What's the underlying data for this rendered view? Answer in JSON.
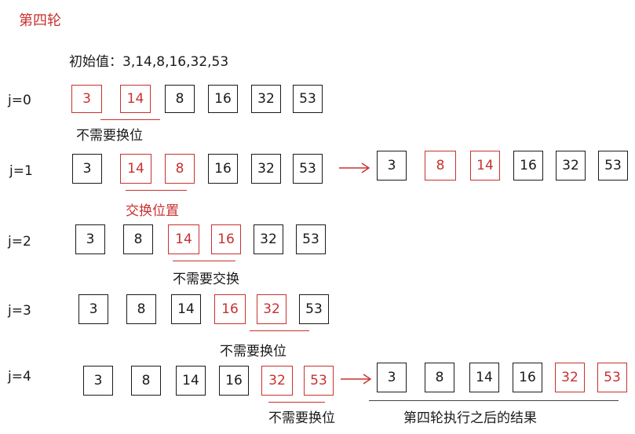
{
  "title": "第四轮",
  "initial": "初始值：3,14,8,16,32,53",
  "colors": {
    "accent": "#c8312f",
    "border": "#1a1a1a"
  },
  "rows": [
    {
      "label": "j=0",
      "cells": [
        {
          "v": "3",
          "red": true
        },
        {
          "v": "14",
          "red": true
        },
        {
          "v": "8",
          "red": false
        },
        {
          "v": "16",
          "red": false
        },
        {
          "v": "32",
          "red": false
        },
        {
          "v": "53",
          "red": false
        }
      ],
      "note": "不需要换位",
      "note_red": false
    },
    {
      "label": "j=1",
      "cells": [
        {
          "v": "3",
          "red": false
        },
        {
          "v": "14",
          "red": true
        },
        {
          "v": "8",
          "red": true
        },
        {
          "v": "16",
          "red": false
        },
        {
          "v": "32",
          "red": false
        },
        {
          "v": "53",
          "red": false
        }
      ],
      "note": "交换位置",
      "note_red": true,
      "result": [
        {
          "v": "3",
          "red": false
        },
        {
          "v": "8",
          "red": true
        },
        {
          "v": "14",
          "red": true
        },
        {
          "v": "16",
          "red": false
        },
        {
          "v": "32",
          "red": false
        },
        {
          "v": "53",
          "red": false
        }
      ]
    },
    {
      "label": "j=2",
      "cells": [
        {
          "v": "3",
          "red": false
        },
        {
          "v": "8",
          "red": false
        },
        {
          "v": "14",
          "red": true
        },
        {
          "v": "16",
          "red": true
        },
        {
          "v": "32",
          "red": false
        },
        {
          "v": "53",
          "red": false
        }
      ],
      "note": "不需要交换",
      "note_red": false
    },
    {
      "label": "j=3",
      "cells": [
        {
          "v": "3",
          "red": false
        },
        {
          "v": "8",
          "red": false
        },
        {
          "v": "14",
          "red": false
        },
        {
          "v": "16",
          "red": true
        },
        {
          "v": "32",
          "red": true
        },
        {
          "v": "53",
          "red": false
        }
      ],
      "note": "不需要换位",
      "note_red": false
    },
    {
      "label": "j=4",
      "cells": [
        {
          "v": "3",
          "red": false
        },
        {
          "v": "8",
          "red": false
        },
        {
          "v": "14",
          "red": false
        },
        {
          "v": "16",
          "red": false
        },
        {
          "v": "32",
          "red": true
        },
        {
          "v": "53",
          "red": true
        }
      ],
      "note": "不需要换位",
      "note_red": false,
      "result": [
        {
          "v": "3",
          "red": false
        },
        {
          "v": "8",
          "red": false
        },
        {
          "v": "14",
          "red": false
        },
        {
          "v": "16",
          "red": false
        },
        {
          "v": "32",
          "red": true
        },
        {
          "v": "53",
          "red": true
        }
      ]
    }
  ],
  "final_caption": "第四轮执行之后的结果"
}
